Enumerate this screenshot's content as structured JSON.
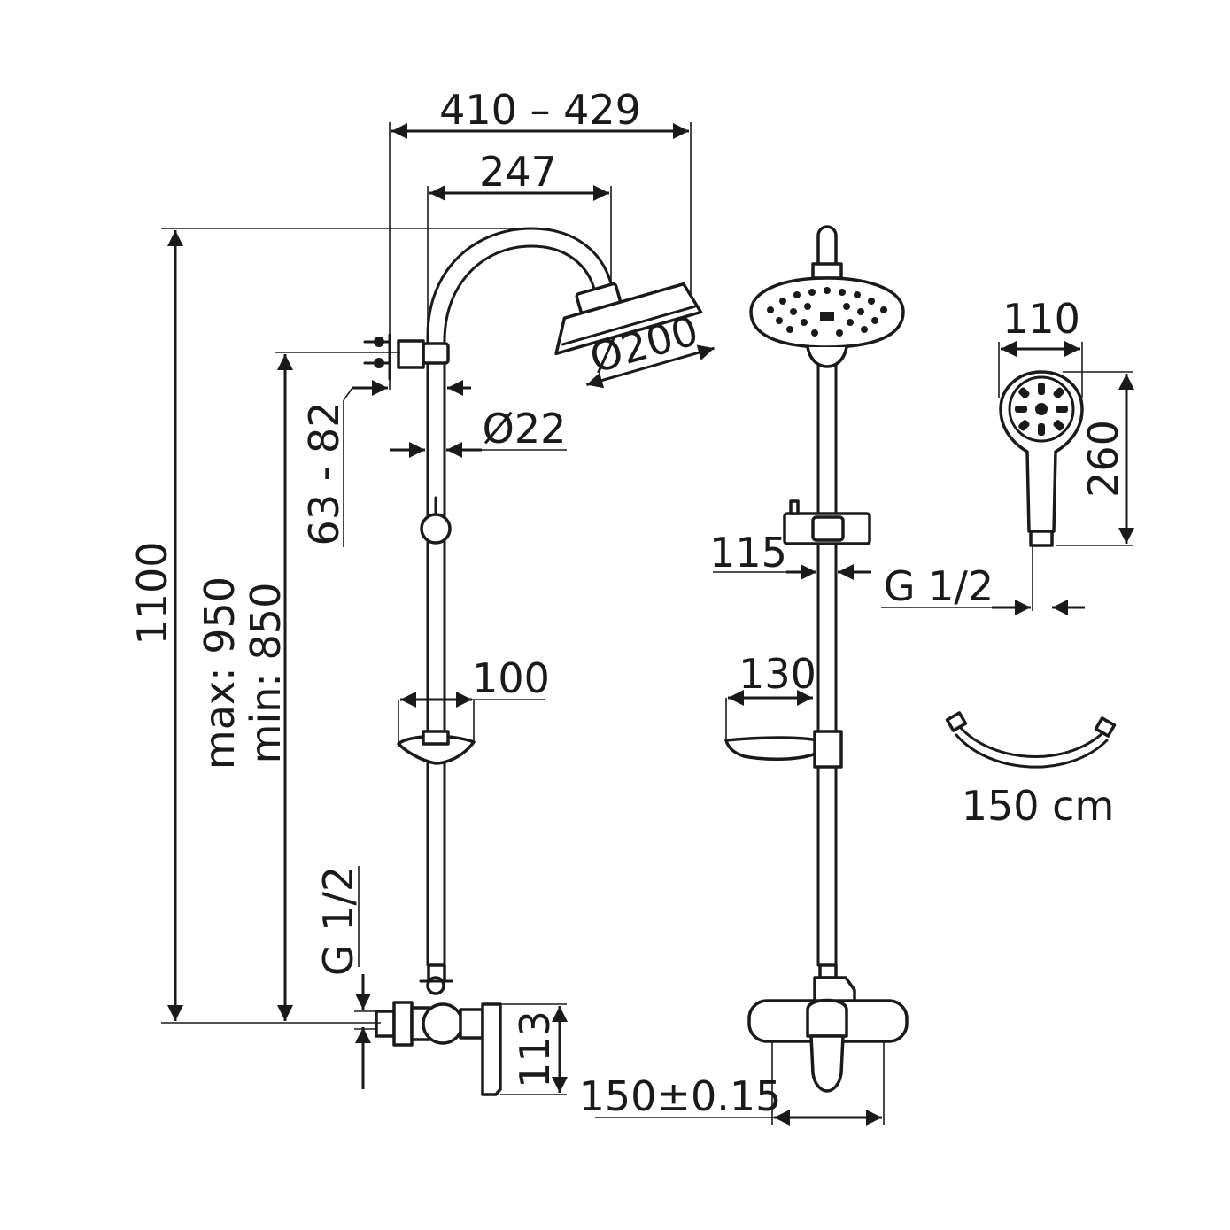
{
  "dimensions": {
    "total_width": "410 – 429",
    "arm_reach": "247",
    "head_diameter": "Ø200",
    "pipe_diameter": "Ø22",
    "wall_offset": "63 - 82",
    "total_height": "1100",
    "slide_range_max": "max: 950",
    "slide_range_min": "min: 850",
    "shelf_width_side": "100",
    "inlet_thread": "G 1/2",
    "mixer_height": "113",
    "holder_width": "115",
    "hand_shower_thread": "G 1/2",
    "shelf_width_front": "130",
    "hand_shower_width": "110",
    "hand_shower_length": "260",
    "hose_length": "150 cm",
    "inlet_spacing": "150±0.15"
  },
  "colors": {
    "line": "#1a1a1a",
    "background": "#ffffff"
  }
}
